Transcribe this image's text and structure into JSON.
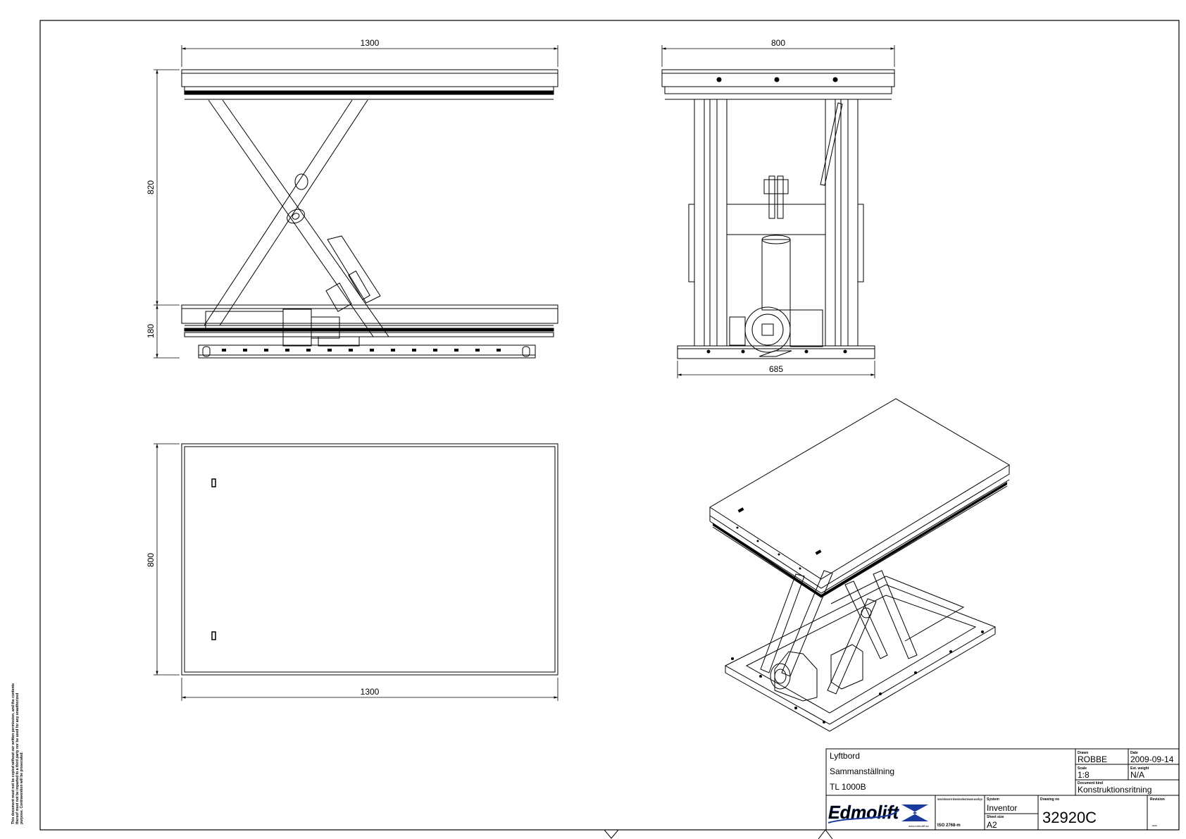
{
  "dimensions": {
    "side_top_width": "1300",
    "side_lift_height": "820",
    "side_base_height": "180",
    "end_top_width": "800",
    "end_base_width": "685",
    "plan_depth": "800",
    "plan_width": "1300"
  },
  "disclaimer": "This document must not be copied without our written permission, and the contents thereof must not be imparted to a third party nor be used for any unauthorized purpose. Contravention will be prosecuted.",
  "title_block": {
    "title_line1": "Lyftbord",
    "title_line2": "Sammanställning",
    "title_line3": "TL 1000B",
    "drawn_label": "Drawn",
    "drawn_value": "ROBBE",
    "date_label": "Date",
    "date_value": "2009-09-14",
    "scale_label": "Scale",
    "scale_value": "1:8",
    "weight_label": "Est. weight",
    "weight_value": "N/A",
    "doctype_label": "Document kind",
    "doctype_value": "Konstruktionsritning",
    "tolerances_label": "General tolerances for dimensions without tolerances according to",
    "tolerances_value": "ISO 2768-m",
    "system_label": "System",
    "system_value": "Inventor",
    "sheet_label": "Sheet size",
    "sheet_value": "A2",
    "drawing_no_label": "Drawing no",
    "drawing_no_value": "32920C",
    "revision_label": "Revision",
    "revision_value": "_",
    "logo_text": "Edmolift",
    "logo_url_text": "www.edmolift.se"
  },
  "colors": {
    "line": "#000000",
    "logo_blue": "#1a3a9c",
    "background": "#ffffff"
  }
}
